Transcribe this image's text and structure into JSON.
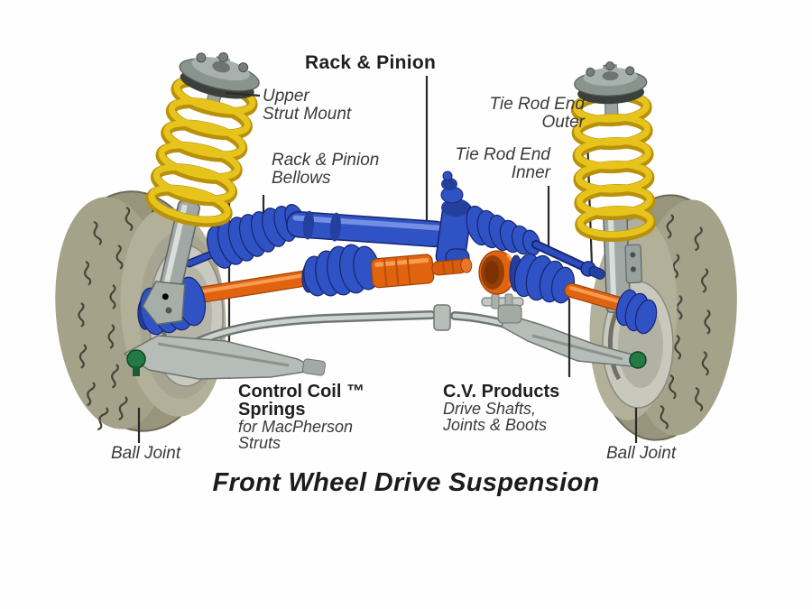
{
  "title": "Front Wheel Drive Suspension",
  "labels": {
    "rack_pinion": "Rack & Pinion",
    "upper_strut_mount": {
      "line1": "Upper",
      "line2": "Strut Mount"
    },
    "tie_rod_outer": {
      "line1": "Tie Rod End",
      "line2": "Outer"
    },
    "rack_bellows": {
      "line1": "Rack & Pinion",
      "line2": "Bellows"
    },
    "tie_rod_inner": {
      "line1": "Tie Rod End",
      "line2": "Inner"
    },
    "control_springs": {
      "line1": "Control Coil ™",
      "line2": "Springs",
      "line3": "for MacPherson",
      "line4": "Struts"
    },
    "cv_products": {
      "line1": "C.V. Products",
      "line2": "Drive Shafts,",
      "line3": "Joints & Boots"
    },
    "ball_joint_left": "Ball Joint",
    "ball_joint_right": "Ball Joint"
  },
  "colors": {
    "spring_yellow": "#e7c41c",
    "rack_blue": "#2f52c4",
    "shaft_orange": "#e2630f",
    "boot_blue": "#2c4dbd",
    "tire_gray": "#98957c",
    "metal_gray": "#b6bcb8",
    "ball_joint_green": "#237a45",
    "leader_line": "#2a2a2a",
    "text": "#2d2d2d"
  }
}
